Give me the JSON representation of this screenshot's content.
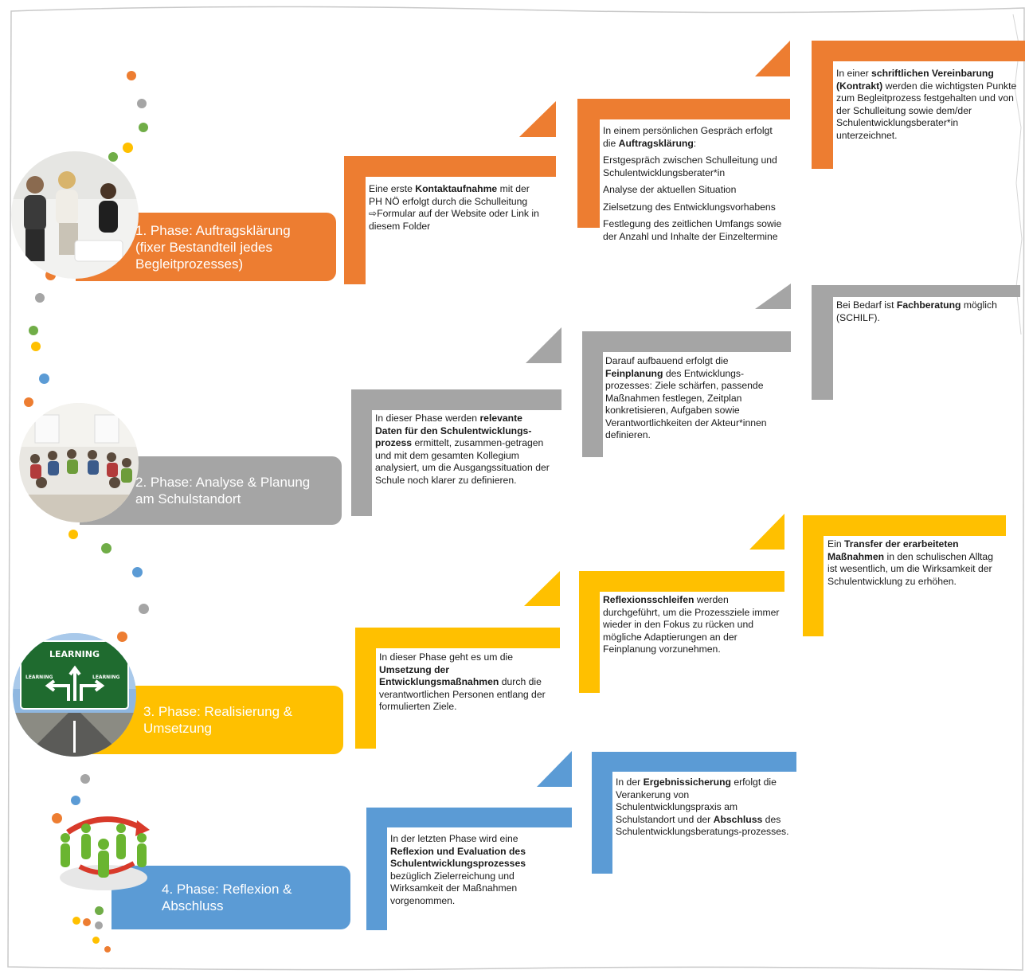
{
  "colors": {
    "orange": "#ED7D31",
    "gray": "#A5A5A5",
    "yellow": "#FFC000",
    "blue": "#5B9BD5",
    "green": "#70AD47"
  },
  "phases": [
    {
      "title": "1. Phase:  Auftragsklärung\n(fixer Bestandteil jedes\nBegleitprozesses)",
      "photo_icon": "meeting-photo",
      "boxes": [
        {
          "segments": [
            [
              {
                "t": "Eine erste "
              },
              {
                "t": "Kontaktaufnahme",
                "b": true
              },
              {
                "t": " mit der PH NÖ erfolgt durch die Schulleitung ⇨Formular auf der Website oder Link in diesem Folder"
              }
            ]
          ]
        },
        {
          "segments": [
            [
              {
                "t": "In einem persönlichen Gespräch erfolgt die "
              },
              {
                "t": "Auftragsklärung",
                "b": true
              },
              {
                "t": ":"
              }
            ],
            [
              {
                "t": "Erstgespräch zwischen Schulleitung und Schulentwicklungsberater*in"
              }
            ],
            [
              {
                "t": "Analyse der aktuellen Situation"
              }
            ],
            [
              {
                "t": "Zielsetzung des Entwicklungsvorhabens"
              }
            ],
            [
              {
                "t": "Festlegung des zeitlichen Umfangs sowie der Anzahl und Inhalte der Einzeltermine"
              }
            ]
          ]
        },
        {
          "segments": [
            [
              {
                "t": "In einer "
              },
              {
                "t": "schriftlichen Vereinbarung (Kontrakt)",
                "b": true
              },
              {
                "t": " werden die wichtigsten Punkte zum Begleitprozess festgehalten und von der Schulleitung sowie dem/der Schulentwicklungsberater*in unterzeichnet."
              }
            ]
          ]
        }
      ]
    },
    {
      "title": "2. Phase: Analyse & Planung\nam Schulstandort",
      "photo_icon": "group-circle-photo",
      "boxes": [
        {
          "segments": [
            [
              {
                "t": "In dieser Phase werden "
              },
              {
                "t": "relevante Daten für den Schulentwicklungs-prozess",
                "b": true
              },
              {
                "t": " ermittelt, zusammen-getragen und mit dem gesamten Kollegium analysiert, um die Ausgangssituation der Schule noch klarer zu definieren."
              }
            ]
          ]
        },
        {
          "segments": [
            [
              {
                "t": "Darauf aufbauend erfolgt die "
              },
              {
                "t": "Feinplanung",
                "b": true
              },
              {
                "t": " des Entwicklungs-prozesses: Ziele schärfen, passende Maßnahmen festlegen, Zeitplan konkretisieren, Aufgaben sowie Verantwortlichkeiten der Akteur*innen definieren."
              }
            ]
          ]
        },
        {
          "segments": [
            [
              {
                "t": "Bei Bedarf ist "
              },
              {
                "t": "Fachberatung",
                "b": true
              },
              {
                "t": " möglich (SCHILF)."
              }
            ]
          ]
        }
      ]
    },
    {
      "title": "3. Phase:  Realisierung &\nUmsetzung",
      "photo_icon": "learning-road-sign",
      "sign": {
        "top": "LEARNING",
        "left": "LEARNING",
        "right": "LEARNING"
      },
      "boxes": [
        {
          "segments": [
            [
              {
                "t": "In dieser Phase geht es um die "
              },
              {
                "t": "Umsetzung der Entwicklungsmaßnahmen",
                "b": true
              },
              {
                "t": " durch die verantwortlichen Personen entlang der formulierten Ziele."
              }
            ]
          ]
        },
        {
          "segments": [
            [
              {
                "t": "Reflexionsschleifen",
                "b": true
              },
              {
                "t": " werden durchgeführt, um die Prozessziele immer wieder in den Fokus zu rücken und mögliche Adaptierungen an der Feinplanung vorzunehmen."
              }
            ]
          ]
        },
        {
          "segments": [
            [
              {
                "t": "Ein "
              },
              {
                "t": "Transfer der erarbeiteten Maßnahmen",
                "b": true
              },
              {
                "t": " in den schulischen Alltag ist wesentlich, um die Wirksamkeit der Schulentwicklung zu erhöhen."
              }
            ]
          ]
        }
      ]
    },
    {
      "title": "4. Phase:  Reflexion &\nAbschluss",
      "photo_icon": "team-arrows-figure",
      "boxes": [
        {
          "segments": [
            [
              {
                "t": "In der letzten Phase wird eine "
              },
              {
                "t": "Reflexion und Evaluation des Schulentwicklungsprozesses",
                "b": true
              },
              {
                "t": " bezüglich Zielerreichung und Wirksamkeit der Maßnahmen vorgenommen."
              }
            ]
          ]
        },
        {
          "segments": [
            [
              {
                "t": "In der "
              },
              {
                "t": "Ergebnissicherung",
                "b": true
              },
              {
                "t": " erfolgt die Verankerung von Schulentwicklungspraxis am Schulstandort und der "
              },
              {
                "t": "Abschluss",
                "b": true
              },
              {
                "t": " des Schulentwicklungsberatungs-prozesses."
              }
            ]
          ]
        }
      ]
    }
  ]
}
